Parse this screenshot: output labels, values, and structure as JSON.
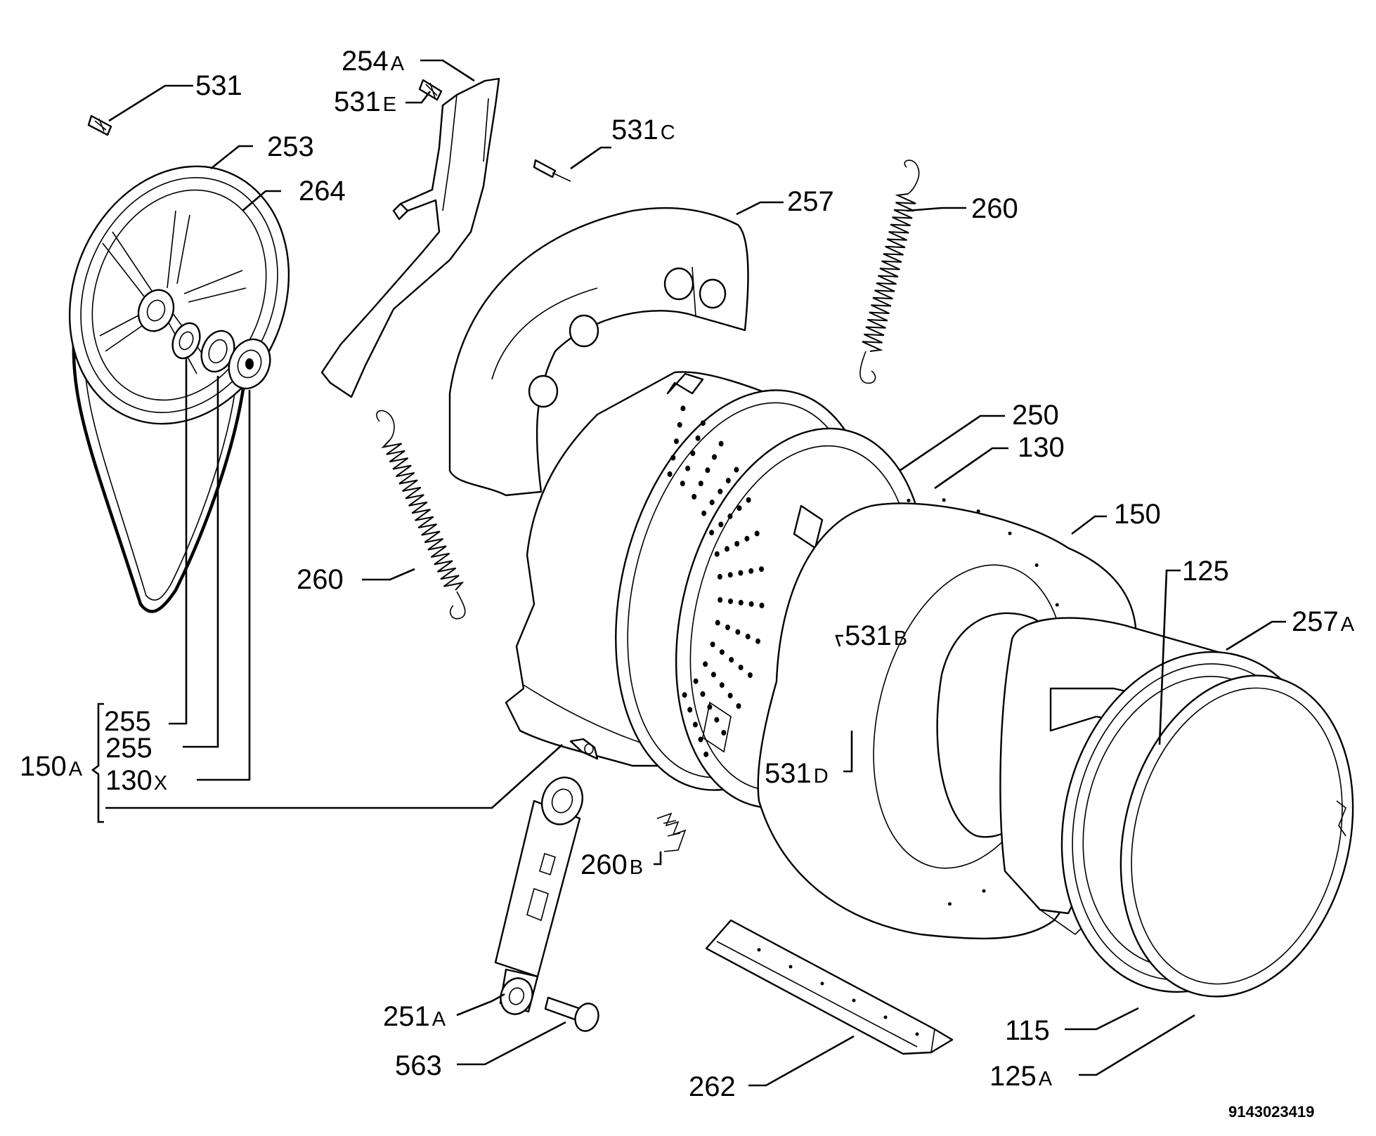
{
  "callouts": {
    "c531": "531",
    "c254a": "254",
    "c531e": "531",
    "c531c": "531",
    "c253": "253",
    "c264": "264",
    "c257": "257",
    "c260_top": "260",
    "c260_left": "260",
    "c250": "250",
    "c130": "130",
    "c150": "150",
    "c125": "125",
    "c257a": "257",
    "c531b": "531",
    "c531d": "531",
    "c255_1": "255",
    "c255_2": "255",
    "c150a": "150",
    "c130x": "130",
    "c260b": "260",
    "c251a": "251",
    "c563": "563",
    "c262": "262",
    "c115": "115",
    "c125a": "125"
  },
  "suffixes": {
    "s254a": "A",
    "s531e": "E",
    "s531c": "C",
    "s257a": "A",
    "s531b": "B",
    "s531d": "D",
    "s150a": "A",
    "s130x": "X",
    "s260b": "B",
    "s251a": "A",
    "s125a": "A"
  },
  "drawing_number": "9143023419"
}
